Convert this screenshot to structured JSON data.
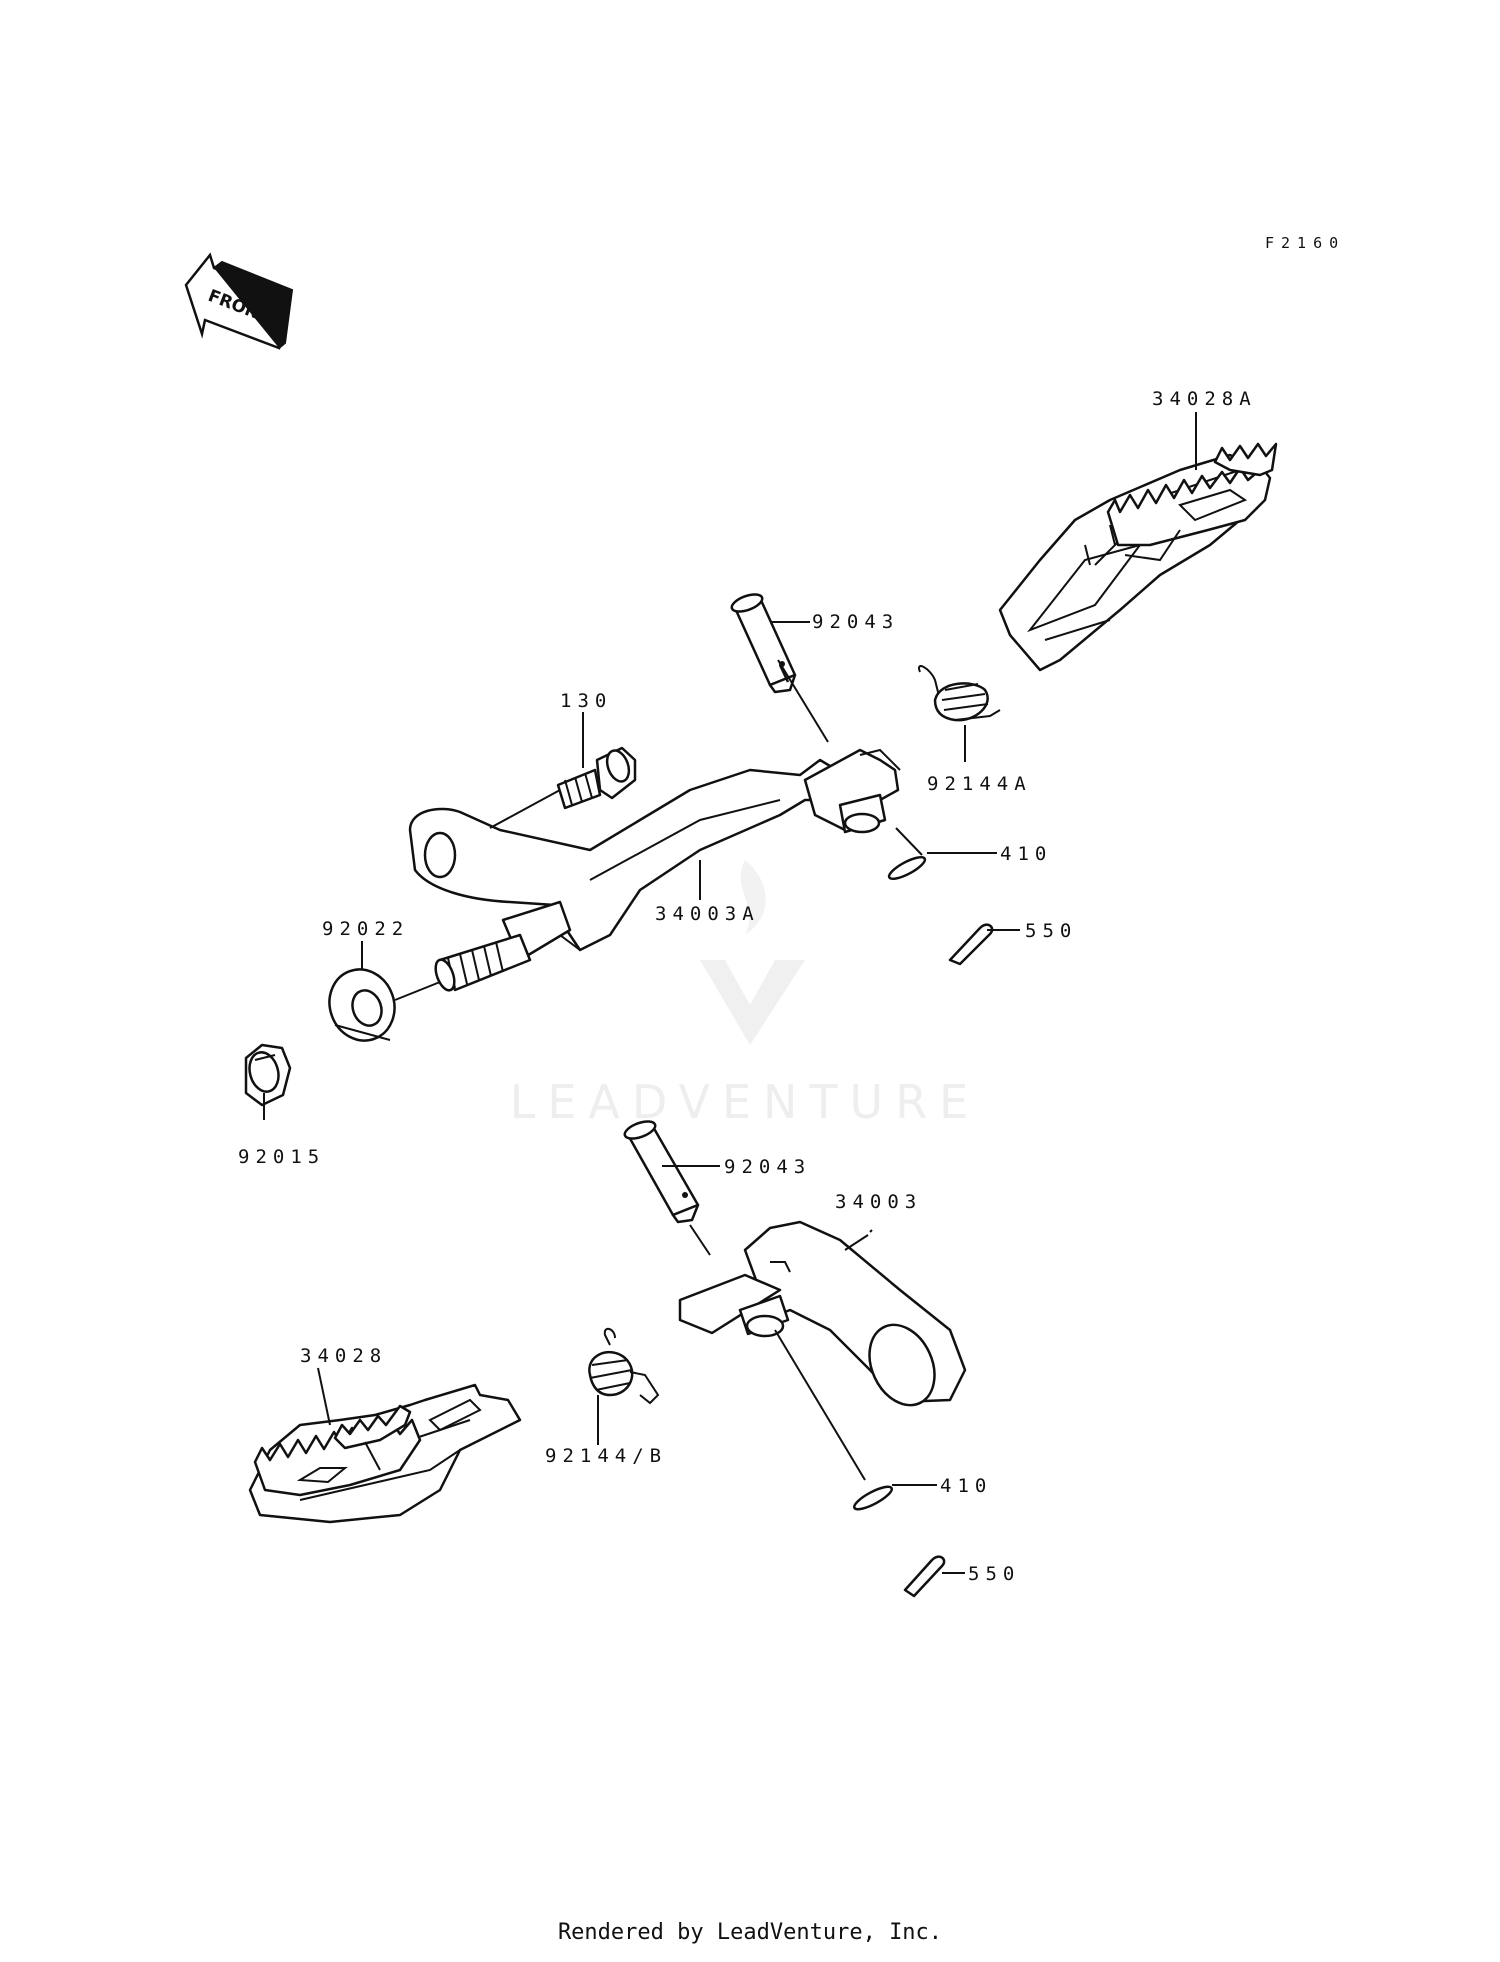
{
  "figure_code": "F2160",
  "front_indicator": "FRONT",
  "watermark": "LEADVENTURE",
  "footer": "Rendered by LeadVenture, Inc.",
  "labels": {
    "p34028A": "34028A",
    "p92043_top": "92043",
    "p130": "130",
    "p92144A": "92144A",
    "p410_top": "410",
    "p34003A": "34003A",
    "p550_top": "550",
    "p92022": "92022",
    "p92015": "92015",
    "p92043_bottom": "92043",
    "p34003": "34003",
    "p34028": "34028",
    "p92144B": "92144/B",
    "p410_bottom": "410",
    "p550_bottom": "550"
  }
}
